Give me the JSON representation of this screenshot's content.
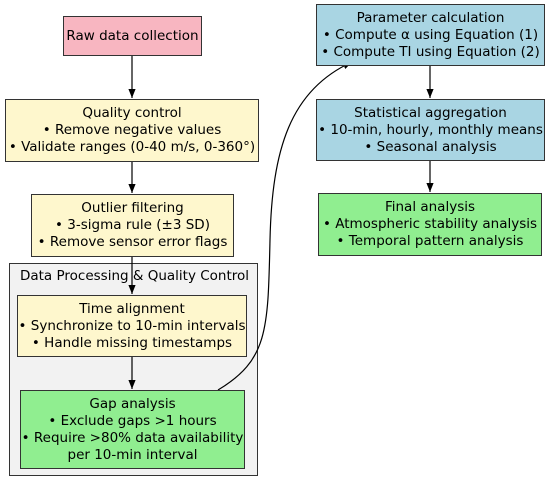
{
  "cluster": {
    "label": "Data Processing & Quality Control"
  },
  "nodes": {
    "raw": {
      "lines": [
        "Raw data collection"
      ]
    },
    "qc": {
      "lines": [
        "Quality control",
        "• Remove negative values",
        "• Validate ranges (0-40 m/s, 0-360°)"
      ]
    },
    "outlier": {
      "lines": [
        "Outlier filtering",
        "• 3-sigma rule (±3 SD)",
        "• Remove sensor error flags"
      ]
    },
    "time": {
      "lines": [
        "Time alignment",
        "• Synchronize to 10-min intervals",
        "• Handle missing timestamps"
      ]
    },
    "gap": {
      "lines": [
        "Gap analysis",
        "• Exclude gaps >1 hours",
        "• Require >80% data availability",
        "per 10-min interval"
      ]
    },
    "param": {
      "lines": [
        "Parameter calculation",
        "• Compute α using Equation (1)",
        "• Compute TI using Equation (2)"
      ]
    },
    "stat": {
      "lines": [
        "Statistical aggregation",
        "• 10-min, hourly, monthly means",
        "• Seasonal analysis"
      ]
    },
    "final": {
      "lines": [
        "Final analysis",
        "• Atmospheric stability analysis",
        "• Temporal pattern analysis"
      ]
    }
  },
  "colors": {
    "pink": "#f8b6c1",
    "yellow": "#fef7cd",
    "blue": "#a9d5e3",
    "green": "#90ee90",
    "cluster_fill": "#f2f2f2",
    "edge": "#000000"
  }
}
